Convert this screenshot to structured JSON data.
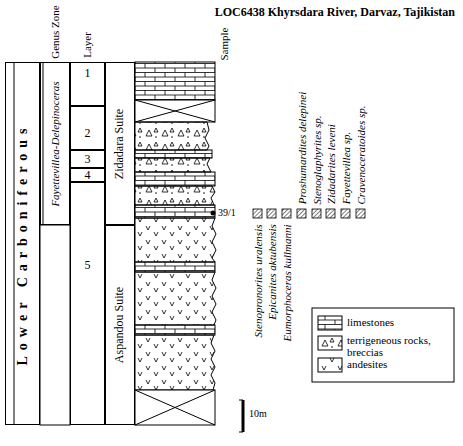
{
  "diagram": {
    "title": "LOC6438 Khyrsdara River, Darvaz, Tajikistan",
    "nodes": [
      {
        "text": [
          "Lower Carboniferous"
        ]
      },
      {
        "text": [
          "Fayettevillea-Delepinoceras"
        ]
      },
      {
        "text": [
          "1"
        ]
      },
      {
        "text": [
          "2"
        ]
      },
      {
        "text": [
          "3"
        ]
      },
      {
        "text": [
          "4"
        ]
      },
      {
        "text": [
          "5"
        ]
      },
      {
        "text": [
          "Zidadara Suite"
        ]
      },
      {
        "text": [
          "Aspandou Suite"
        ]
      }
    ],
    "labels": [
      "Genus Zone",
      "Layer",
      "Sample",
      "39/1",
      "Stenopronorites uralensis",
      "Epicanites aktubensis",
      "Eumorphoceras kullmanni",
      "Proshumardites delepinei",
      "Stenoglaphyrites sp.",
      "Zidadarites leveni",
      "Fayettevillea sp.",
      "Cravenoceratoides sp.",
      "10m"
    ],
    "legend": [
      {
        "text": "limestones"
      },
      {
        "text": "terrigeneous rocks, breccias"
      },
      {
        "text": "andesites"
      }
    ]
  }
}
